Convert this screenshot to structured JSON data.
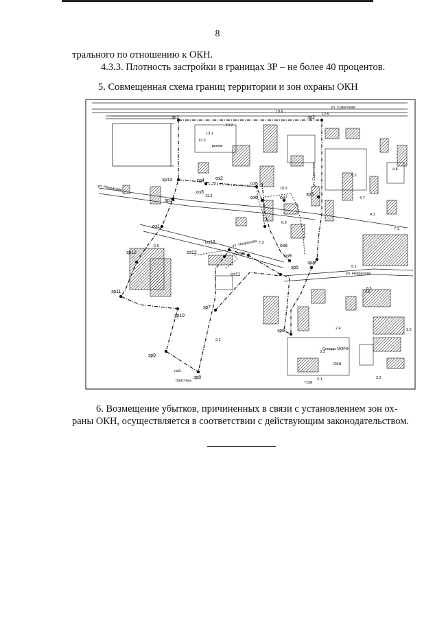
{
  "page_number": "8",
  "text": {
    "line1": "трального по отношению к ОКН.",
    "line2": "4.3.3. Плотность застройки в границах ЗР – не более 40 процентов.",
    "line3": "5. Совмещенная схема границ территории и зон охраны ОКН",
    "line4": "6. Возмещение убытков, причиненных в связи с установлением зон ох-",
    "line5": "раны ОКН, осуществляется в соответствии с действующим законодательством."
  },
  "map": {
    "points": {
      "zr1": "зр1",
      "zr2": "зр2",
      "zr3": "зр3",
      "zr4": "зр4",
      "zr5": "зр5",
      "zr6": "зр6",
      "zr7": "зр7",
      "zr8": "зр8",
      "zr9": "зр9",
      "zr10": "зр10",
      "zr11": "зр11",
      "zr12": "зр12",
      "zr13": "зр13",
      "zr14": "зр14",
      "oz1": "оз1",
      "oz2": "оз2",
      "oz3": "оз3",
      "oz4": "оз4",
      "oz5": "оз5",
      "oz6": "оз6",
      "oz7": "оз7",
      "oz8": "оз8",
      "oz9": "оз9",
      "oz10": "оз10",
      "oz11": "оз11",
      "oz12": "оз12",
      "oz13": "оз13"
    },
    "streets": {
      "nekrasova_1": "ул. Некрасова",
      "nekrasova_2": "ул. Некрасова",
      "nekrasova_3": "ул. Некрасова",
      "sovetskaya": "ул. Советская",
      "sovetskaya_2": "ул. Советская",
      "naberezhnaya": "наб."
    },
    "labels": {
      "rynok": "рынок",
      "sklady": "Склады МОРФ",
      "pristan": "пристань",
      "gsm": "ГСМ",
      "ok": "ОКН"
    },
    "numbers": [
      "2.6",
      "2.4",
      "2.2",
      "2.3",
      "2.1",
      "3.3",
      "3.5",
      "4.3",
      "4.7",
      "4.8",
      "5.1",
      "5.2",
      "6.5",
      "6.9",
      "7.1",
      "7.3",
      "8.5",
      "10.5",
      "10.6",
      "11.3",
      "12.5",
      "13.1",
      "13.2",
      "13.3"
    ]
  }
}
